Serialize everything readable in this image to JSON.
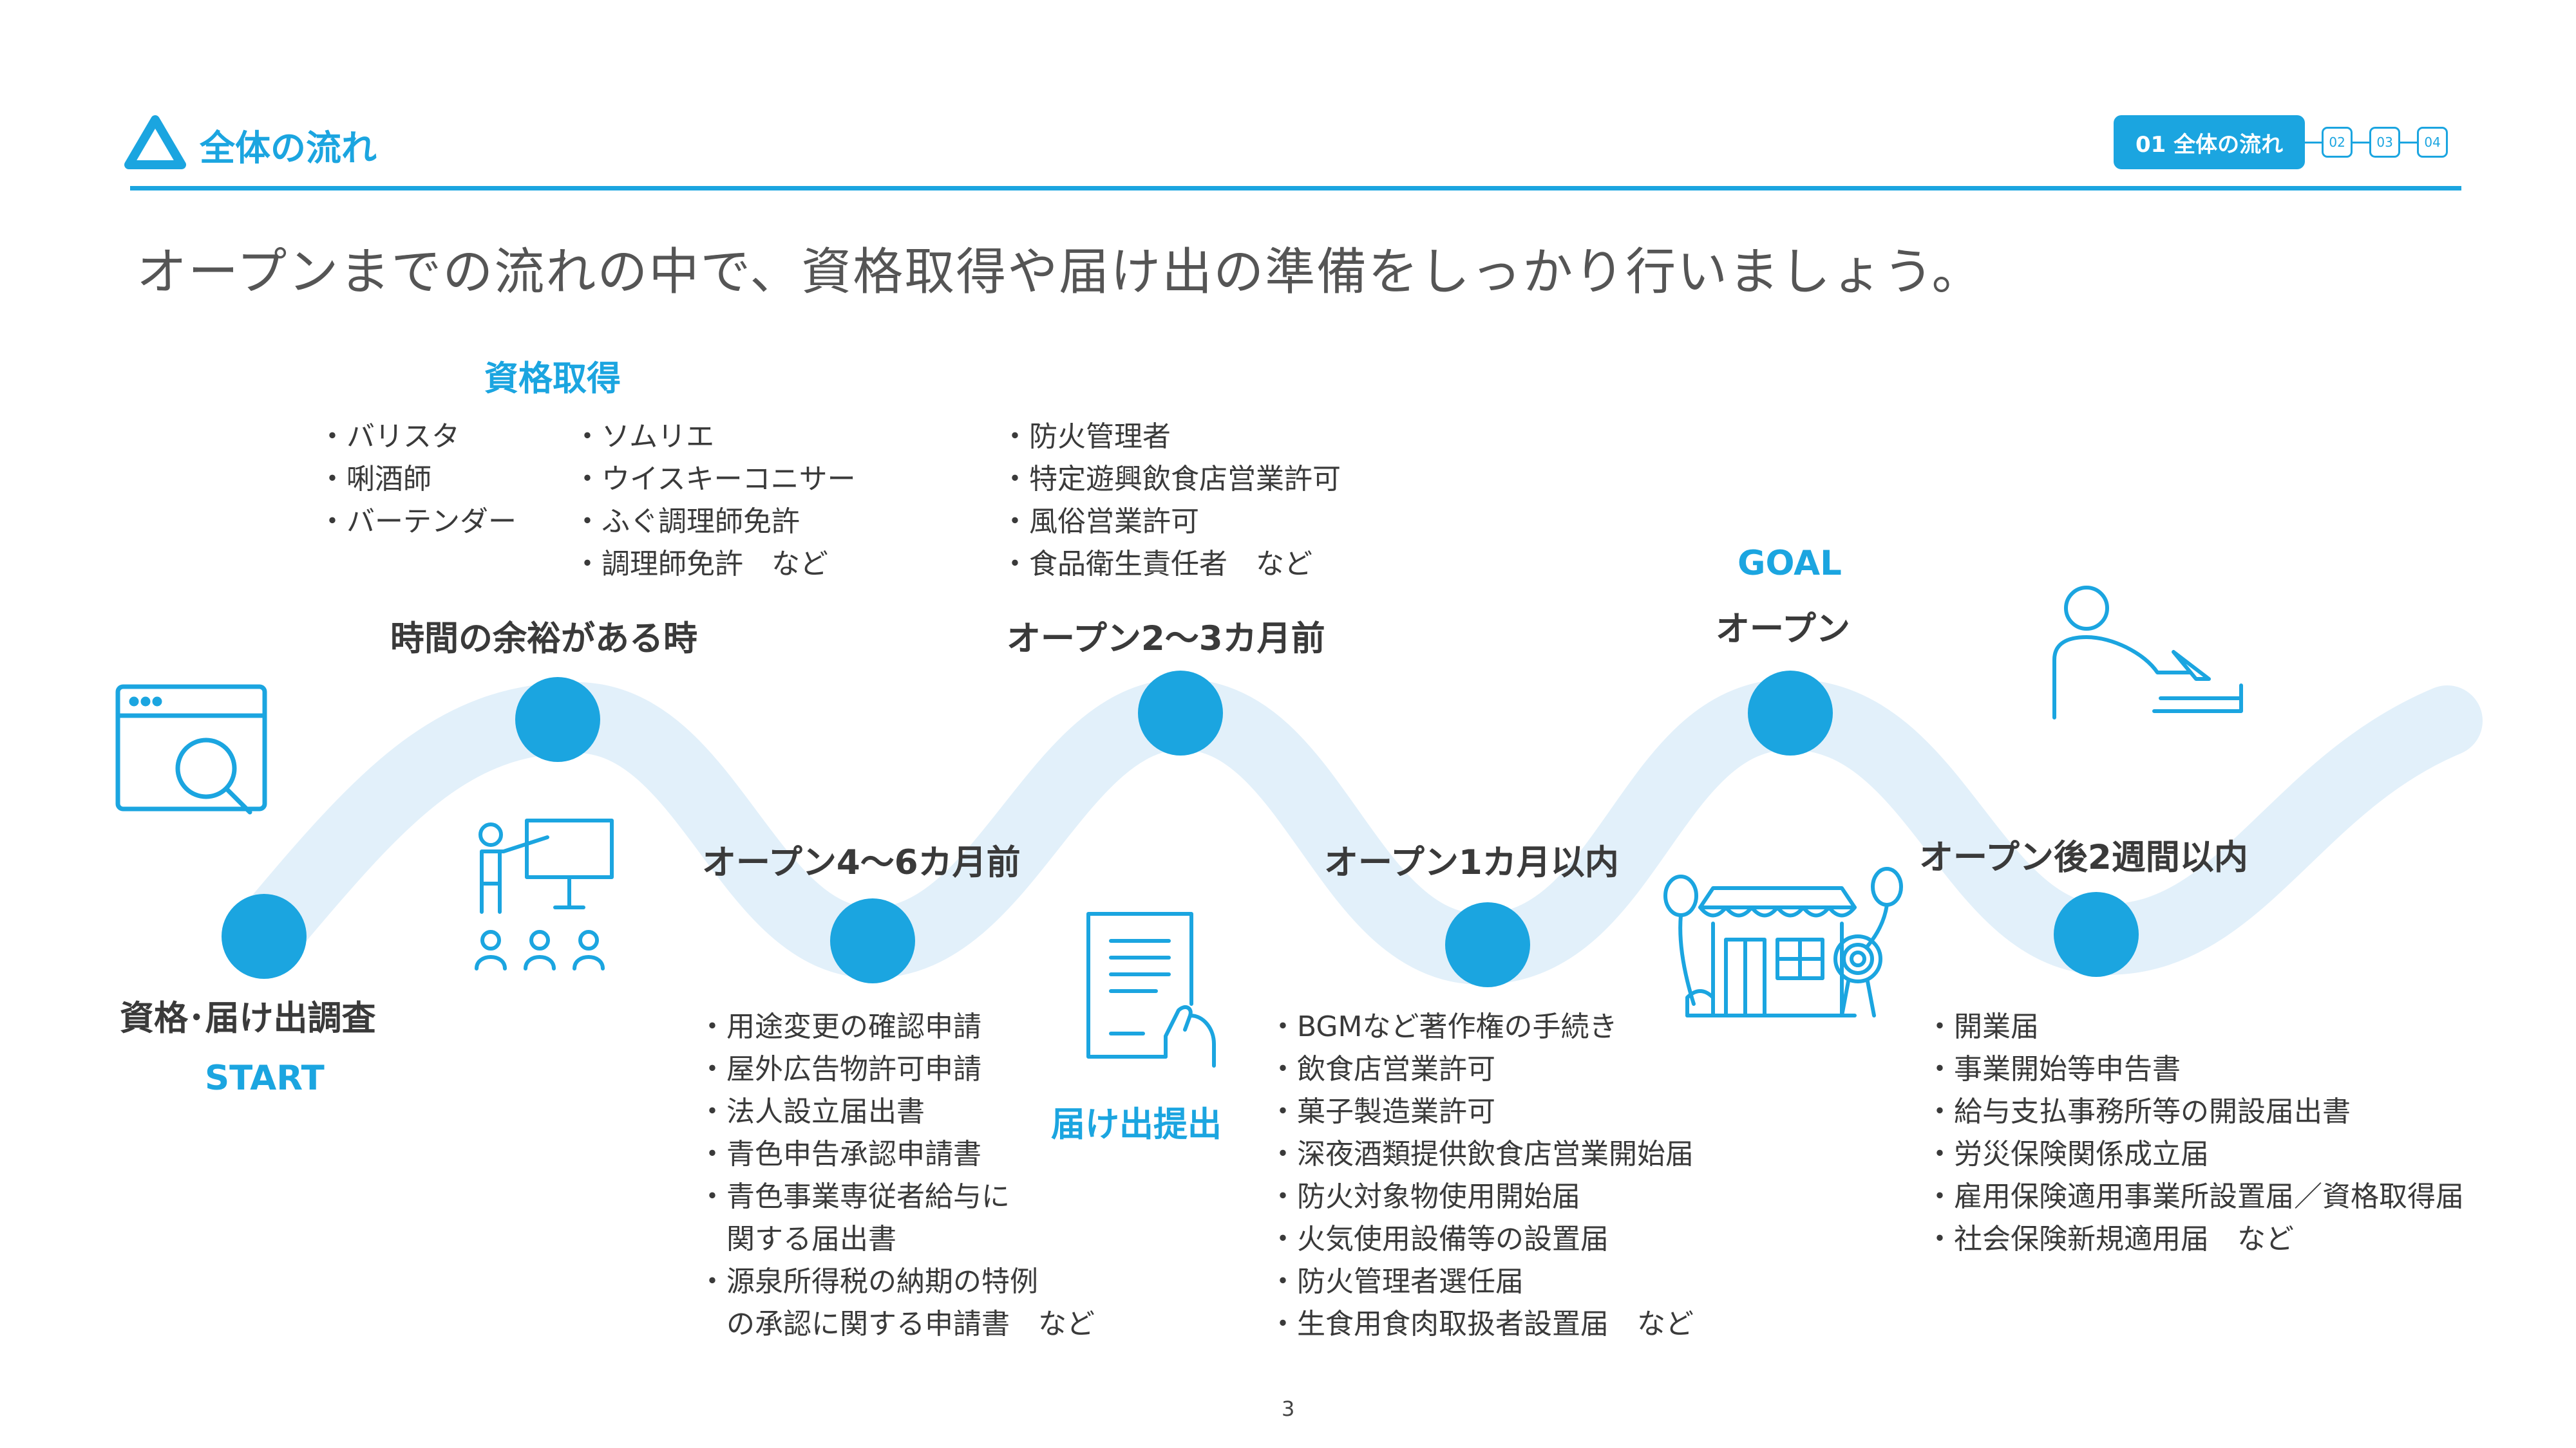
{
  "header": {
    "section_title": "全体の流れ",
    "nav": {
      "active_label": "01 全体の流れ",
      "pages": [
        "02",
        "03",
        "04"
      ]
    },
    "accent_color": "#1ba5e0"
  },
  "headline": "オープンまでの流れの中で、資格取得や届け出の準備をしっかり行いましょう。",
  "stages": {
    "start": {
      "title": "資格･届け出調査",
      "tag": "START"
    },
    "spare_time": {
      "title": "時間の余裕がある時",
      "heading": "資格取得",
      "list_a": [
        "バリスタ",
        "唎酒師",
        "バーテンダー"
      ],
      "list_b": [
        "ソムリエ",
        "ウイスキーコニサー",
        "ふぐ調理師免許",
        "調理師免許　など"
      ]
    },
    "four_six_months": {
      "title": "オープン4〜6カ月前",
      "items": [
        "用途変更の確認申請",
        "屋外広告物許可申請",
        "法人設立届出書",
        "青色申告承認申請書",
        "青色事業専従者給与に",
        "関する届出書",
        "源泉所得税の納期の特例",
        "の承認に関する申請書　など"
      ]
    },
    "two_three_months": {
      "title": "オープン2〜3カ月前",
      "items": [
        "防火管理者",
        "特定遊興飲食店営業許可",
        "風俗営業許可",
        "食品衛生責任者　など"
      ]
    },
    "submission": {
      "label": "届け出提出"
    },
    "one_month": {
      "title": "オープン1カ月以内",
      "items": [
        "BGMなど著作権の手続き",
        "飲食店営業許可",
        "菓子製造業許可",
        "深夜酒類提供飲食店営業開始届",
        "防火対象物使用開始届",
        "火気使用設備等の設置届",
        "防火管理者選任届",
        "生食用食肉取扱者設置届　など"
      ]
    },
    "goal": {
      "tag": "GOAL",
      "title": "オープン"
    },
    "after_open": {
      "title": "オープン後2週間以内",
      "items": [
        "開業届",
        "事業開始等申告書",
        "給与支払事務所等の開設届出書",
        "労災保険関係成立届",
        "雇用保険適用事業所設置届／資格取得届",
        "社会保険新規適用届　など"
      ]
    }
  },
  "icons": [
    "browser-search-icon",
    "presentation-icon",
    "document-hand-icon",
    "shop-icon",
    "person-writing-icon"
  ],
  "page_number": "3"
}
